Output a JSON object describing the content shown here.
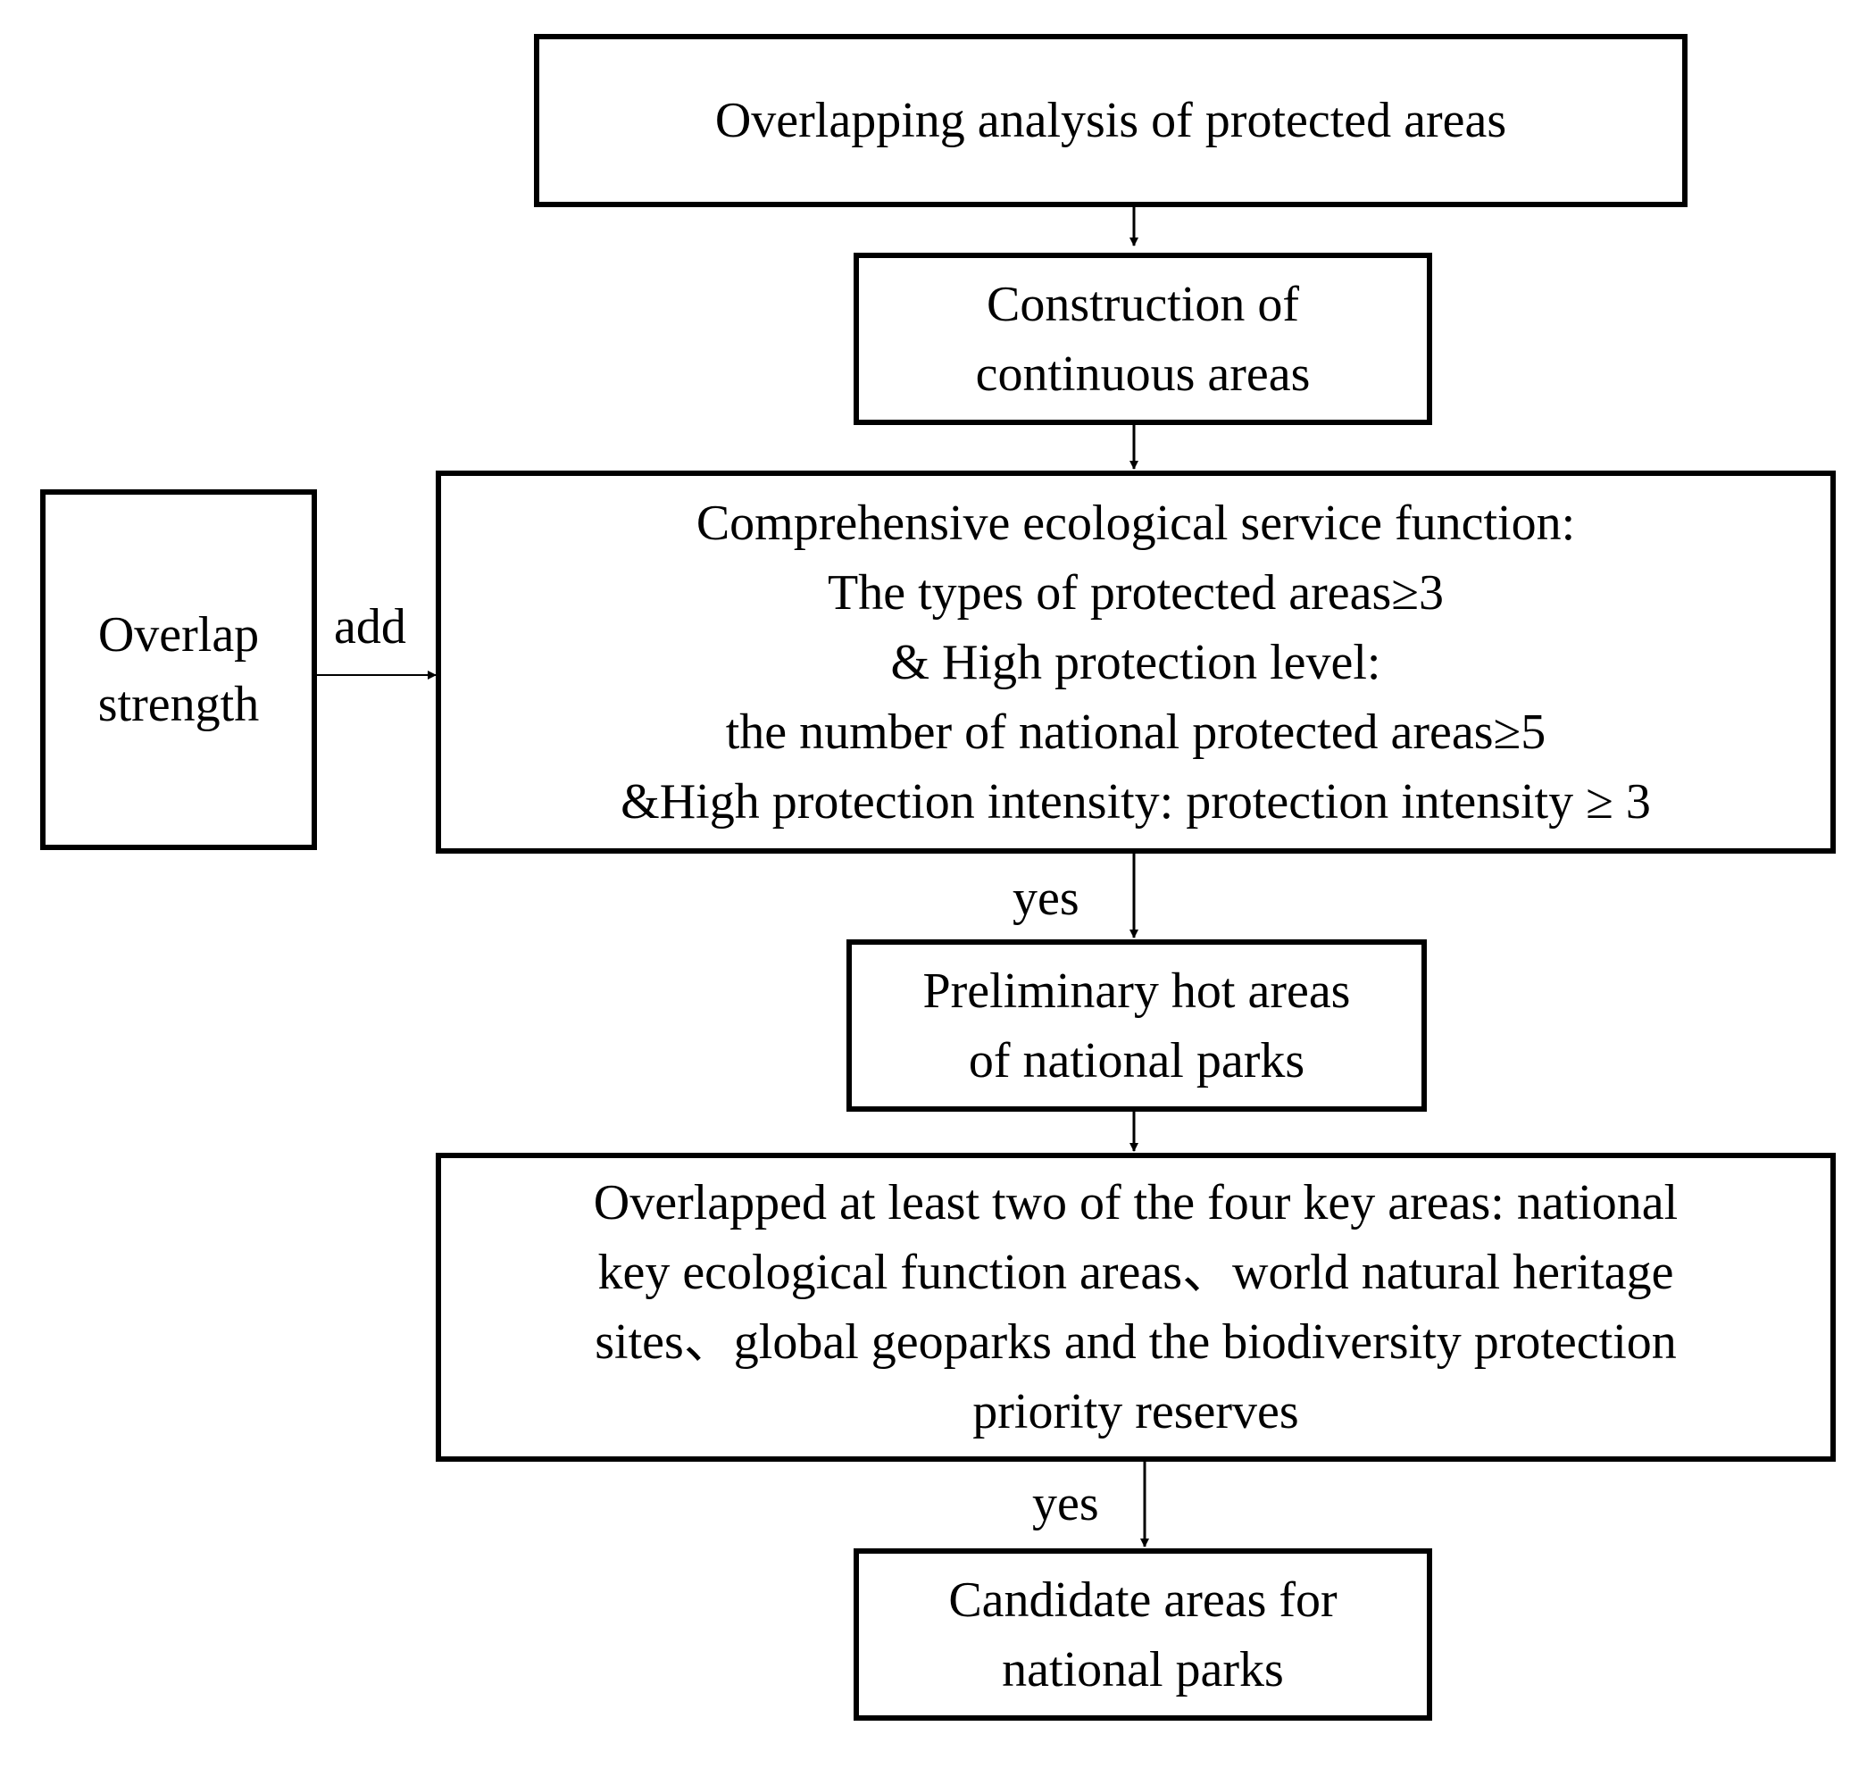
{
  "nodes": {
    "overlapping_analysis": {
      "lines": [
        "Overlapping analysis of protected areas"
      ]
    },
    "construction": {
      "lines": [
        "Construction of",
        "continuous areas"
      ]
    },
    "overlap_strength": {
      "lines": [
        "Overlap",
        "strength"
      ]
    },
    "comprehensive": {
      "lines": [
        "Comprehensive ecological service function:",
        "The types of protected areas≥3",
        "& High protection level:",
        "the number of national protected areas≥5",
        "&High protection intensity: protection intensity ≥ 3"
      ]
    },
    "preliminary": {
      "lines": [
        "Preliminary hot areas",
        "of national parks"
      ]
    },
    "overlapped_key": {
      "lines": [
        "Overlapped at least two of the four key areas: national",
        "key ecological function areas、world natural heritage",
        "sites、global geoparks and the biodiversity protection",
        "priority reserves"
      ]
    },
    "candidate": {
      "lines": [
        "Candidate areas for",
        "national parks"
      ]
    }
  },
  "edge_labels": {
    "add": "add",
    "yes_first": "yes",
    "yes_second": "yes"
  },
  "colors": {
    "stroke": "#000000",
    "background": "#ffffff"
  }
}
